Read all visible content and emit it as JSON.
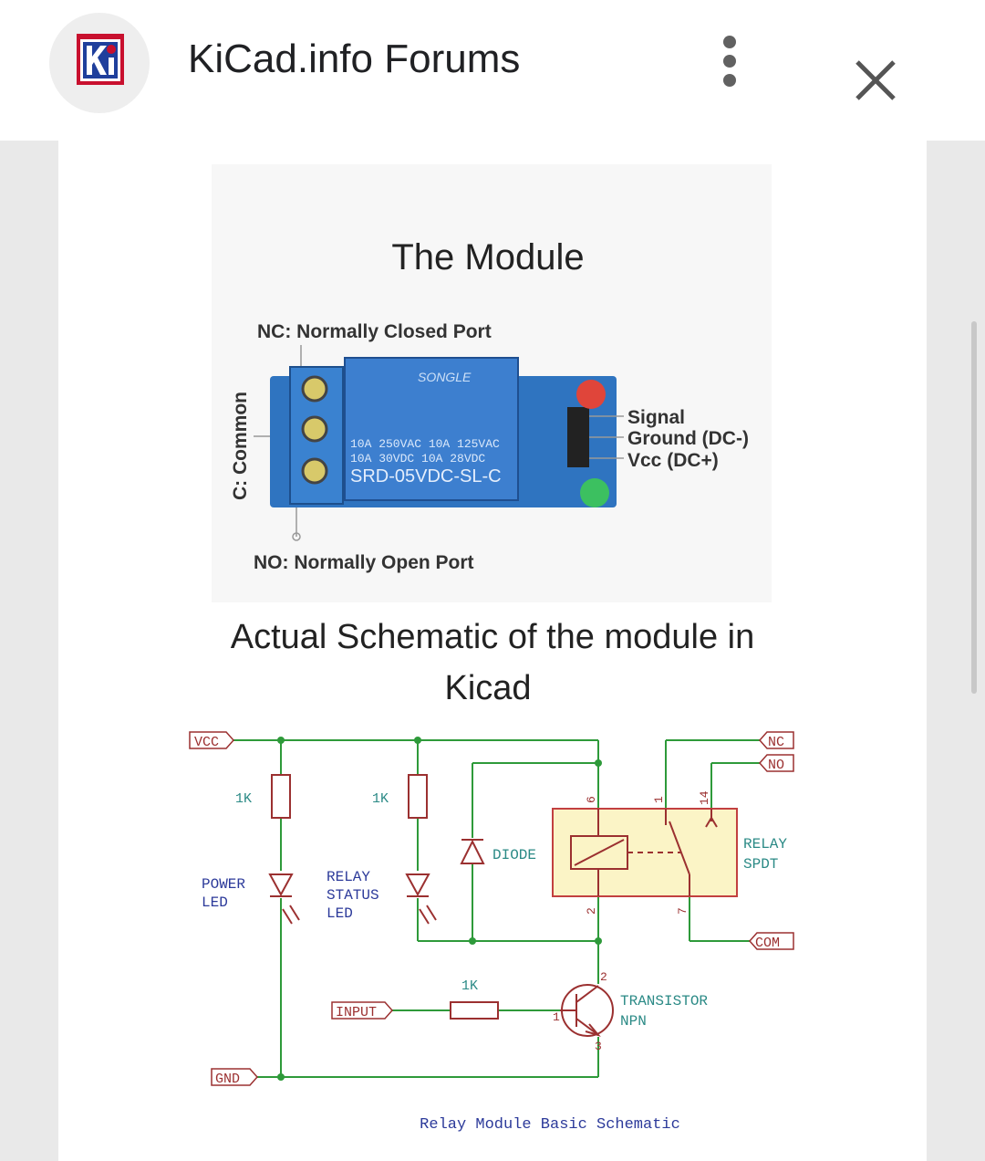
{
  "app": {
    "title": "KiCad.info Forums",
    "logo_icon": "kicad-logo-icon",
    "menu_icon": "more-vert-icon",
    "close_icon": "close-icon"
  },
  "module": {
    "title": "The Module",
    "nc_label": "NC: Normally Closed Port",
    "no_label": "NO: Normally Open Port",
    "c_label": "C: Common",
    "signal_label": "Signal",
    "ground_label": "Ground (DC-)",
    "vcc_label": "Vcc (DC+)",
    "brand": "SONGLE",
    "rating1": "10A 250VAC  10A 125VAC",
    "rating2": "10A  30VDC  10A  28VDC",
    "part": "SRD-05VDC-SL-C"
  },
  "schematic": {
    "title_line1": "Actual Schematic of the module in",
    "title_line2": "Kicad",
    "vcc": "VCC",
    "gnd": "GND",
    "input": "INPUT",
    "nc": "NC",
    "no": "NO",
    "com": "COM",
    "r1": "1K",
    "r2": "1K",
    "r3": "1K",
    "power_led_1": "POWER",
    "power_led_2": "LED",
    "relay_led_1": "RELAY",
    "relay_led_2": "STATUS",
    "relay_led_3": "LED",
    "diode": "DIODE",
    "relay_1": "RELAY",
    "relay_2": "SPDT",
    "transistor_1": "TRANSISTOR",
    "transistor_2": "NPN",
    "pin6": "6",
    "pin2": "2",
    "pin1": "1",
    "pin14": "14",
    "pin7": "7",
    "q_pin1": "1",
    "q_pin2": "2",
    "q_pin3": "3",
    "caption": "Relay Module Basic Schematic"
  },
  "colors": {
    "wire": "#2e9a3a",
    "label_red": "#9b3030",
    "label_blue": "#2c3a9a",
    "label_teal": "#2b8a86",
    "relay_fill": "#fbf4c6",
    "relay_border": "#c24040",
    "module_blue": "#2f74c0"
  }
}
